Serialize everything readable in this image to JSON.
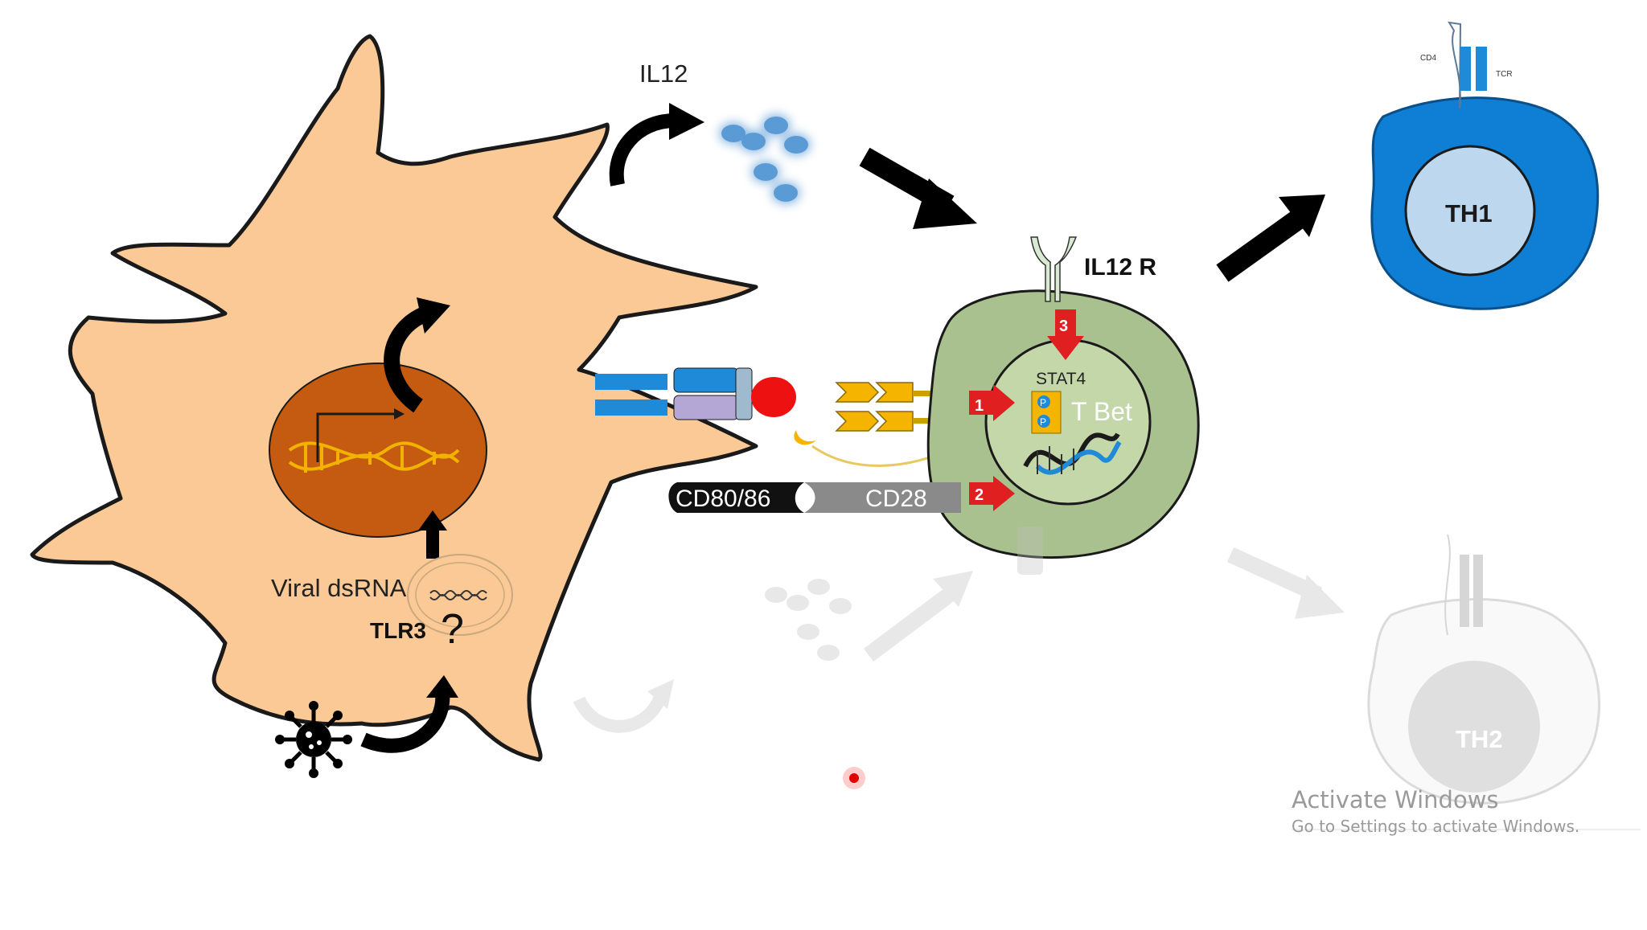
{
  "labels": {
    "il12": "IL12",
    "il12r": "IL12 R",
    "viral_dsrna": "Viral dsRNA",
    "tlr3": "TLR3",
    "question": "?",
    "cd80_86": "CD80/86",
    "cd28": "CD28",
    "stat4": "STAT4",
    "tbet": "T Bet",
    "phospho_p": "P",
    "th1": "TH1",
    "th2": "TH2",
    "cd4": "CD4",
    "tcr": "TCR"
  },
  "steps": [
    "1",
    "2",
    "3"
  ],
  "watermark": {
    "title": "Activate Windows",
    "subtitle": "Go to Settings to activate Windows."
  },
  "colors": {
    "dendritic_cell": "#fbc995",
    "nucleus": "#c55a11",
    "dna": "#f2b200",
    "il12": "#5b9bd5",
    "t_cell": "#a9c18e",
    "t_cell_nucleus": "#c4d7a8",
    "th1": "#0f7fd6",
    "th1_nucleus": "#bdd7ee",
    "step_arrow": "#e02020",
    "receptor": "#f4b400",
    "mhc_blue": "#1f8ad8",
    "mhc_lilac": "#b4a7d6",
    "antigen": "#ee1111",
    "faded": "#d9d9d9"
  }
}
